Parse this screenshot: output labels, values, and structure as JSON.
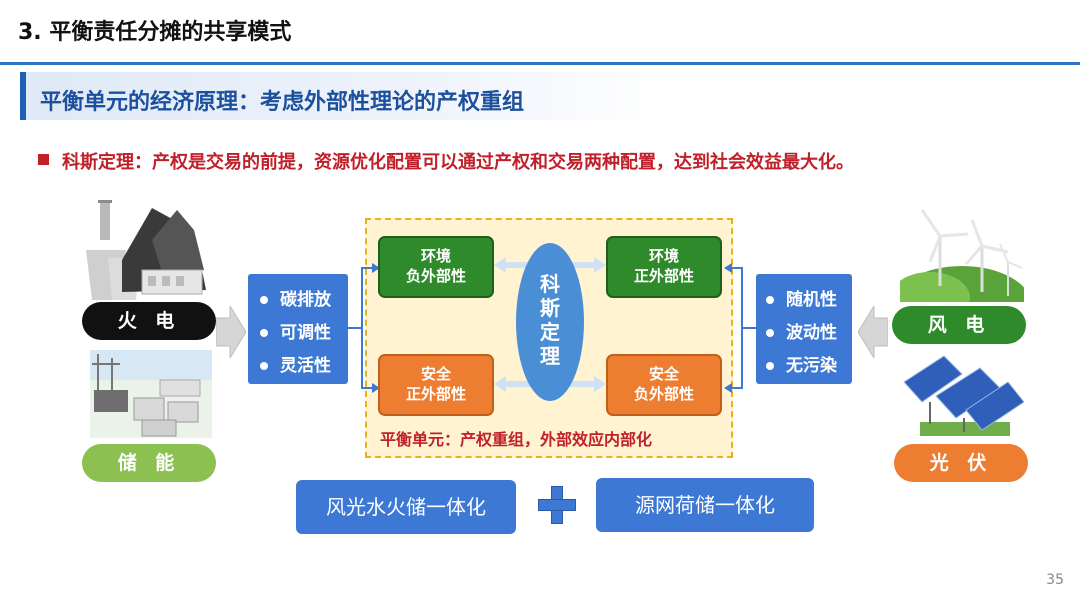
{
  "header": {
    "title": "3. 平衡责任分摊的共享模式",
    "subtitle": "平衡单元的经济原理：考虑外部性理论的产权重组",
    "theorem": "科斯定理：产权是交易的前提，资源优化配置可以通过产权和交易两种配置，达到社会效益最大化。"
  },
  "left": {
    "thermal_label": "火 电",
    "storage_label": "储 能",
    "traits": [
      "碳排放",
      "可调性",
      "灵活性"
    ]
  },
  "right": {
    "wind_label": "风 电",
    "solar_label": "光 伏",
    "traits": [
      "随机性",
      "波动性",
      "无污染"
    ]
  },
  "center": {
    "box_env_negative": [
      "环境",
      "负外部性"
    ],
    "box_env_positive": [
      "环境",
      "正外部性"
    ],
    "box_security_positive": [
      "安全",
      "正外部性"
    ],
    "box_security_negative": [
      "安全",
      "负外部性"
    ],
    "coase": [
      "科",
      "斯",
      "定",
      "理"
    ],
    "caption": "平衡单元：产权重组，外部效应内部化"
  },
  "bottom": {
    "left_button": "风光水火储一体化",
    "right_button": "源网荷储一体化",
    "plus_symbol": "+"
  },
  "page_number": "35",
  "colors": {
    "accent_blue": "#3c78d4",
    "title_blue": "#1c4f9c",
    "red": "#c0202a",
    "green": "#2f8a2c",
    "orange": "#ed7d31",
    "panel_fill": "#fff3d2"
  }
}
